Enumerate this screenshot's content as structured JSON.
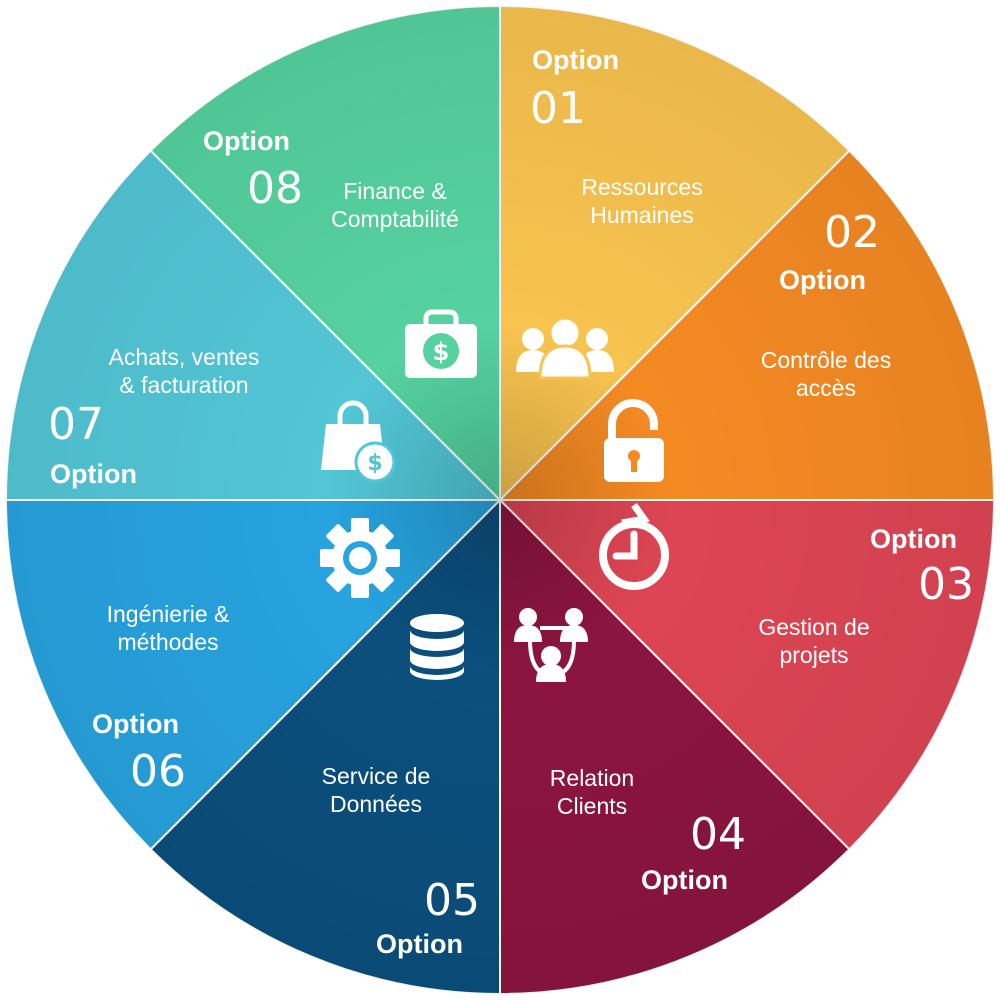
{
  "segments": [
    {
      "option": "Option",
      "number": "01",
      "label": "Ressources\nHumaines",
      "color": "#f8c34f",
      "icon": "users-group-icon"
    },
    {
      "option": "Option",
      "number": "02",
      "label": "Contrôle des\naccès",
      "color": "#f58a23",
      "icon": "unlocked-padlock-icon"
    },
    {
      "option": "Option",
      "number": "03",
      "label": "Gestion de\nprojets",
      "color": "#de4554",
      "icon": "stopwatch-icon"
    },
    {
      "option": "Option",
      "number": "04",
      "label": "Relation\nClients",
      "color": "#8c1540",
      "icon": "people-network-icon"
    },
    {
      "option": "Option",
      "number": "05",
      "label": "Service de\nDonnées",
      "color": "#0b4f7d",
      "icon": "database-icon"
    },
    {
      "option": "Option",
      "number": "06",
      "label": "Ingénierie &\nméthodes",
      "color": "#27a3df",
      "icon": "gear-icon"
    },
    {
      "option": "Option",
      "number": "07",
      "label": "Achats, ventes\n& facturation",
      "color": "#52c6d6",
      "icon": "shopping-bag-dollar-icon"
    },
    {
      "option": "Option",
      "number": "08",
      "label": "Finance &\nComptabilité",
      "color": "#55d29f",
      "icon": "money-briefcase-icon"
    }
  ]
}
